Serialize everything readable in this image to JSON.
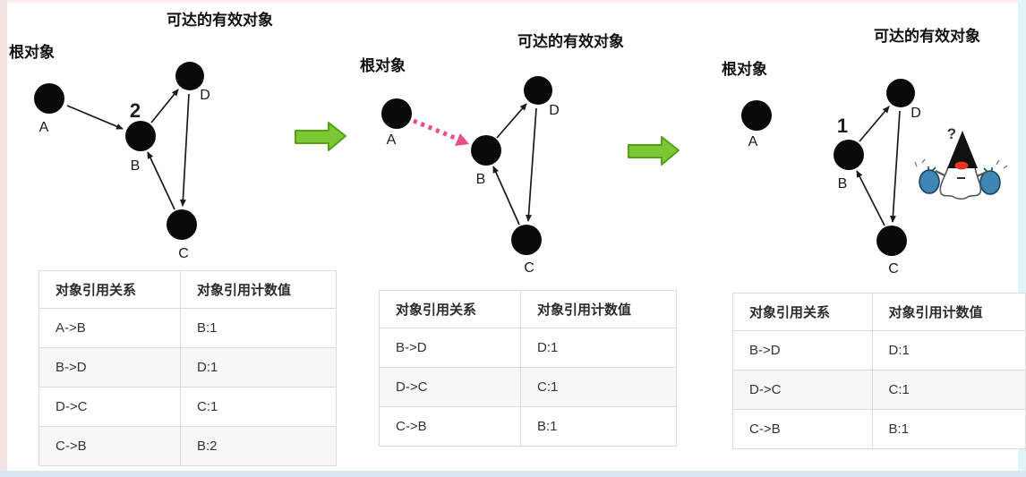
{
  "node_labels": {
    "a": "A",
    "b": "B",
    "c": "C",
    "d": "D"
  },
  "panels": [
    {
      "root_label": "根对象",
      "reachable_label": "可达的有效对象",
      "ref_count_badge": "2",
      "table": {
        "headers": [
          "对象引用关系",
          "对象引用计数值"
        ],
        "rows": [
          [
            "A->B",
            "B:1"
          ],
          [
            "B->D",
            "D:1"
          ],
          [
            "D->C",
            "C:1"
          ],
          [
            "C->B",
            "B:2"
          ]
        ]
      }
    },
    {
      "root_label": "根对象",
      "reachable_label": "可达的有效对象",
      "table": {
        "headers": [
          "对象引用关系",
          "对象引用计数值"
        ],
        "rows": [
          [
            "B->D",
            "D:1"
          ],
          [
            "D->C",
            "C:1"
          ],
          [
            "C->B",
            "B:1"
          ]
        ]
      }
    },
    {
      "root_label": "根对象",
      "reachable_label": "可达的有效对象",
      "ref_count_badge": "1",
      "question_mark": "?",
      "table": {
        "headers": [
          "对象引用关系",
          "对象引用计数值"
        ],
        "rows": [
          [
            "B->D",
            "D:1"
          ],
          [
            "D->C",
            "C:1"
          ],
          [
            "C->B",
            "B:1"
          ]
        ]
      }
    }
  ],
  "colors": {
    "node_fill": "#0a0a0a",
    "edge_stroke": "#1a1a1a",
    "green_arrow_fill": "#7dc832",
    "green_arrow_border": "#55a018",
    "pink_dotted": "#ee4d8b",
    "duke_nose_red": "#e63323",
    "garbage_bag_blue": "#3f86b2"
  }
}
